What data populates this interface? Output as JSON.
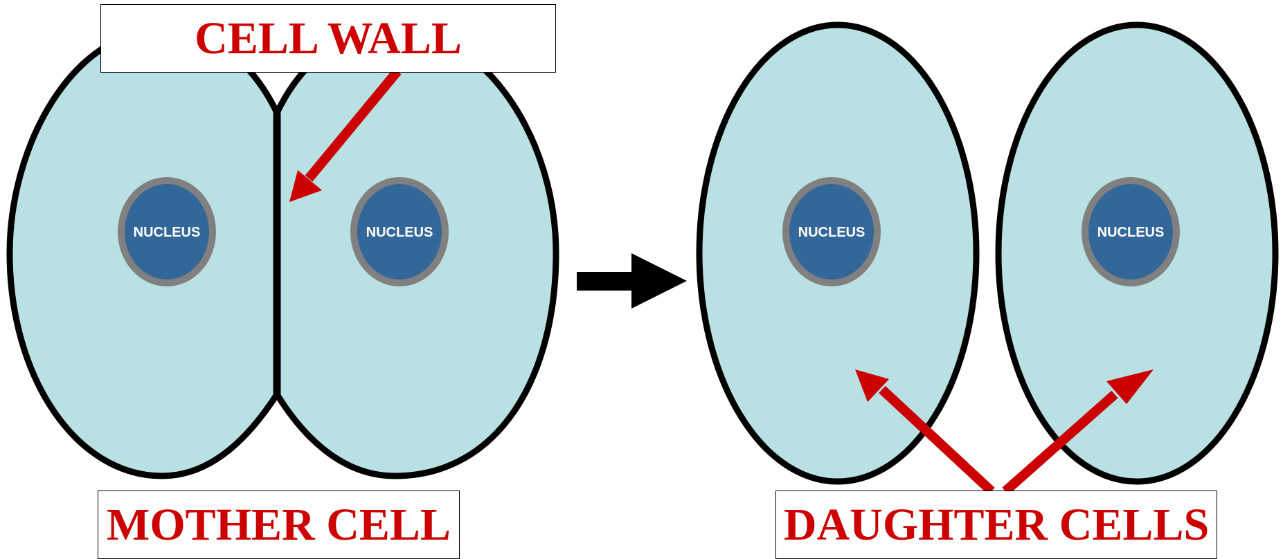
{
  "labels": {
    "cell_wall": "CELL WALL",
    "mother_cell": "MOTHER CELL",
    "daughter_cells": "DAUGHTER CELLS",
    "nucleus": "NUCLEUS"
  },
  "colors": {
    "cytoplasm": "#b9e0e2",
    "outline": "#000000",
    "nucleus_fill": "#336699",
    "nucleus_ring": "#808080",
    "label_red": "#cc0000",
    "arrow_red": "#cc0000",
    "process_arrow": "#000000"
  }
}
